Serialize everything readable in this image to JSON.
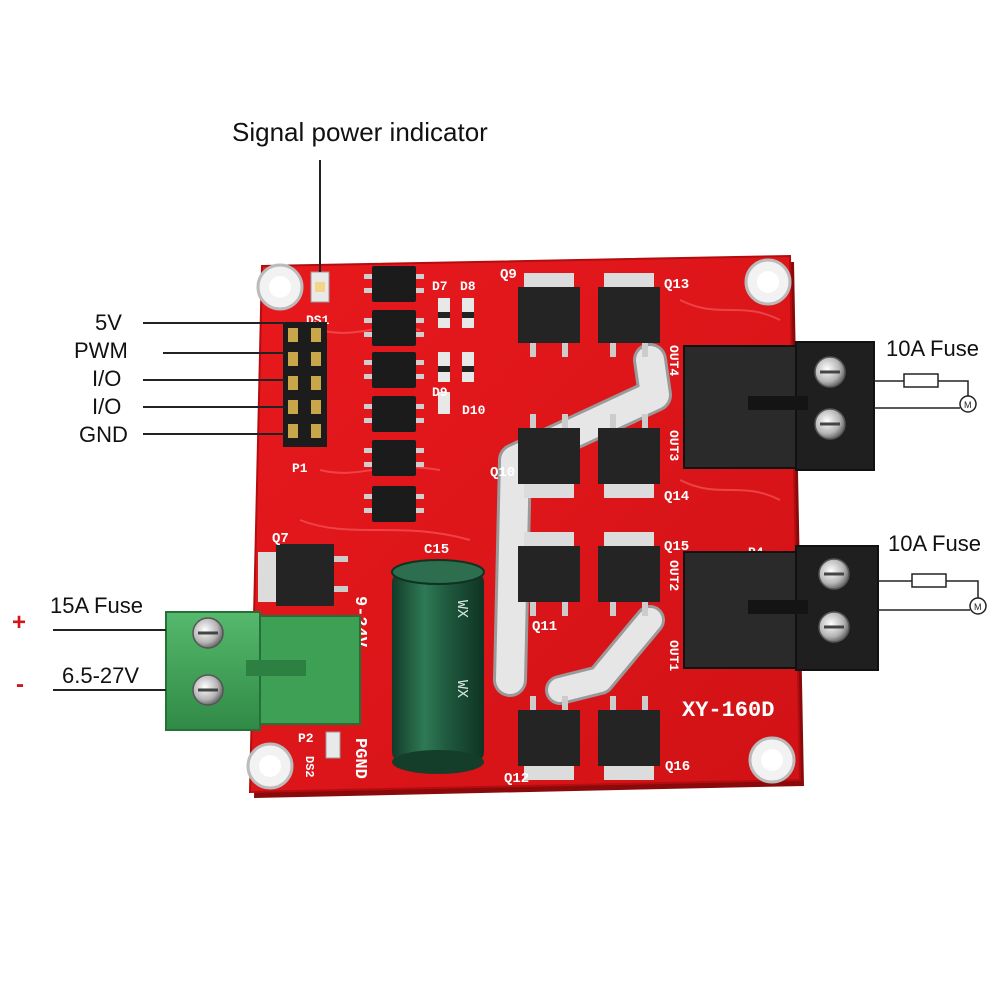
{
  "callouts": {
    "signal_power_indicator": "Signal power indicator",
    "fuse_top_right": "10A Fuse",
    "fuse_bottom_right": "10A Fuse",
    "fuse_left": "15A Fuse",
    "voltage_range": "6.5-27V",
    "plus_sign": "+",
    "minus_sign": "-"
  },
  "pins": [
    "5V",
    "PWM",
    "I/O",
    "I/O",
    "GND"
  ],
  "board": {
    "model": "XY-160D",
    "ds1": "DS1",
    "ds2": "DS2",
    "p1": "P1",
    "p2": "P2",
    "pgnd": "PGND",
    "c15": "C15",
    "q7": "Q7",
    "q9": "Q9",
    "q10": "Q10",
    "q11": "Q11",
    "q12": "Q12",
    "q13": "Q13",
    "q14": "Q14",
    "q15": "Q15",
    "q16": "Q16",
    "d7": "D7",
    "d8": "D8",
    "d9": "D9",
    "d10": "D10",
    "out1": "OUT1",
    "out2": "OUT2",
    "out3": "OUT3",
    "out4": "OUT4",
    "p4": "P4",
    "input_range_silk": "9-24V",
    "cap_marking": "WX",
    "motor_symbol": "M"
  },
  "colors": {
    "pcb": "#e3161b",
    "pcb_edge": "#b30d10",
    "terminal_green": "#3a9e52",
    "terminal_black": "#252525",
    "capacitor": "#1f5a3e",
    "silver": "#d9d9d9",
    "label_plus": "#d01818",
    "label_minus": "#d01818"
  }
}
